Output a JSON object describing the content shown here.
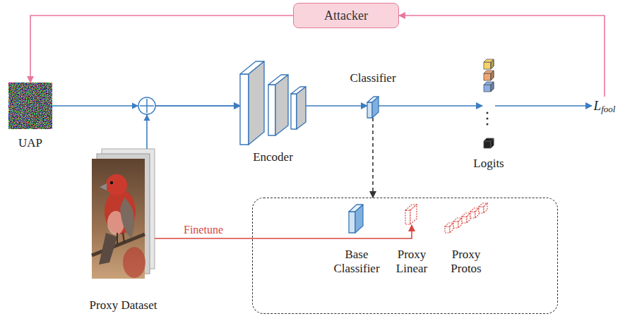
{
  "diagram": {
    "nodes": [
      {
        "text": [
          "Attacker"
        ]
      },
      {
        "text": [
          "UAP"
        ]
      },
      {
        "text": [
          "Encoder"
        ]
      },
      {
        "text": [
          "Classifier"
        ]
      },
      {
        "text": [
          "Logits"
        ]
      },
      {
        "text": [
          "L",
          "fool"
        ]
      },
      {
        "text": [
          "Proxy Dataset"
        ]
      },
      {
        "text": []
      },
      {
        "text": [
          "Base Classifier"
        ],
        "in": 7
      },
      {
        "text": [
          "Proxy Linear"
        ],
        "in": 7
      },
      {
        "text": [
          "Proxy Protos"
        ],
        "in": 7
      }
    ],
    "edges": [
      {
        "from": 0,
        "to": 1,
        "arrow": "to"
      },
      {
        "from": 1,
        "to": 2,
        "arrow": "to"
      },
      {
        "from": 6,
        "to": 2,
        "arrow": "to"
      },
      {
        "from": 2,
        "to": 3,
        "arrow": "to"
      },
      {
        "from": 3,
        "to": 4,
        "arrow": "to"
      },
      {
        "from": 4,
        "to": 5,
        "arrow": "to"
      },
      {
        "from": 5,
        "to": 0,
        "arrow": "to"
      },
      {
        "from": 3,
        "to": 7,
        "arrow": "to"
      },
      {
        "from": 6,
        "to": 9,
        "label": "Finetune",
        "arrow": "to"
      }
    ]
  }
}
